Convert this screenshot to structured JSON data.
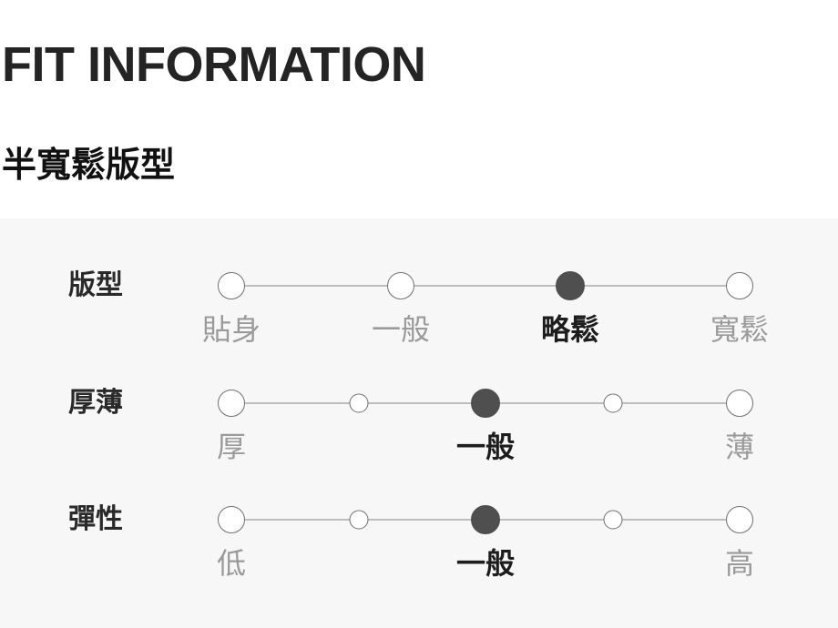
{
  "header": {
    "title": "FIT INFORMATION",
    "fit_type": "半寬鬆版型"
  },
  "fit_panel": {
    "rows": [
      {
        "label": "版型",
        "points": [
          {
            "pos": 0,
            "size": "large",
            "label": "貼身",
            "selected": false
          },
          {
            "pos": 0.3333,
            "size": "large",
            "label": "一般",
            "selected": false
          },
          {
            "pos": 0.6667,
            "size": "large",
            "label": "略鬆",
            "selected": true
          },
          {
            "pos": 1,
            "size": "large",
            "label": "寬鬆",
            "selected": false
          }
        ]
      },
      {
        "label": "厚薄",
        "points": [
          {
            "pos": 0,
            "size": "large",
            "label": "厚",
            "selected": false
          },
          {
            "pos": 0.25,
            "size": "small",
            "label": "",
            "selected": false
          },
          {
            "pos": 0.5,
            "size": "large",
            "label": "一般",
            "selected": true
          },
          {
            "pos": 0.75,
            "size": "small",
            "label": "",
            "selected": false
          },
          {
            "pos": 1,
            "size": "large",
            "label": "薄",
            "selected": false
          }
        ]
      },
      {
        "label": "彈性",
        "points": [
          {
            "pos": 0,
            "size": "large",
            "label": "低",
            "selected": false
          },
          {
            "pos": 0.25,
            "size": "small",
            "label": "",
            "selected": false
          },
          {
            "pos": 0.5,
            "size": "large",
            "label": "一般",
            "selected": true
          },
          {
            "pos": 0.75,
            "size": "small",
            "label": "",
            "selected": false
          },
          {
            "pos": 1,
            "size": "large",
            "label": "高",
            "selected": false
          }
        ]
      }
    ],
    "colors": {
      "panel_bg": "#f7f7f7",
      "selected_dot": "#4f4f4f",
      "dot_border": "#6f6f6f",
      "track_line": "#bdbdbd",
      "label_gray": "#9a9a9a",
      "label_black": "#1d1d1d"
    }
  }
}
